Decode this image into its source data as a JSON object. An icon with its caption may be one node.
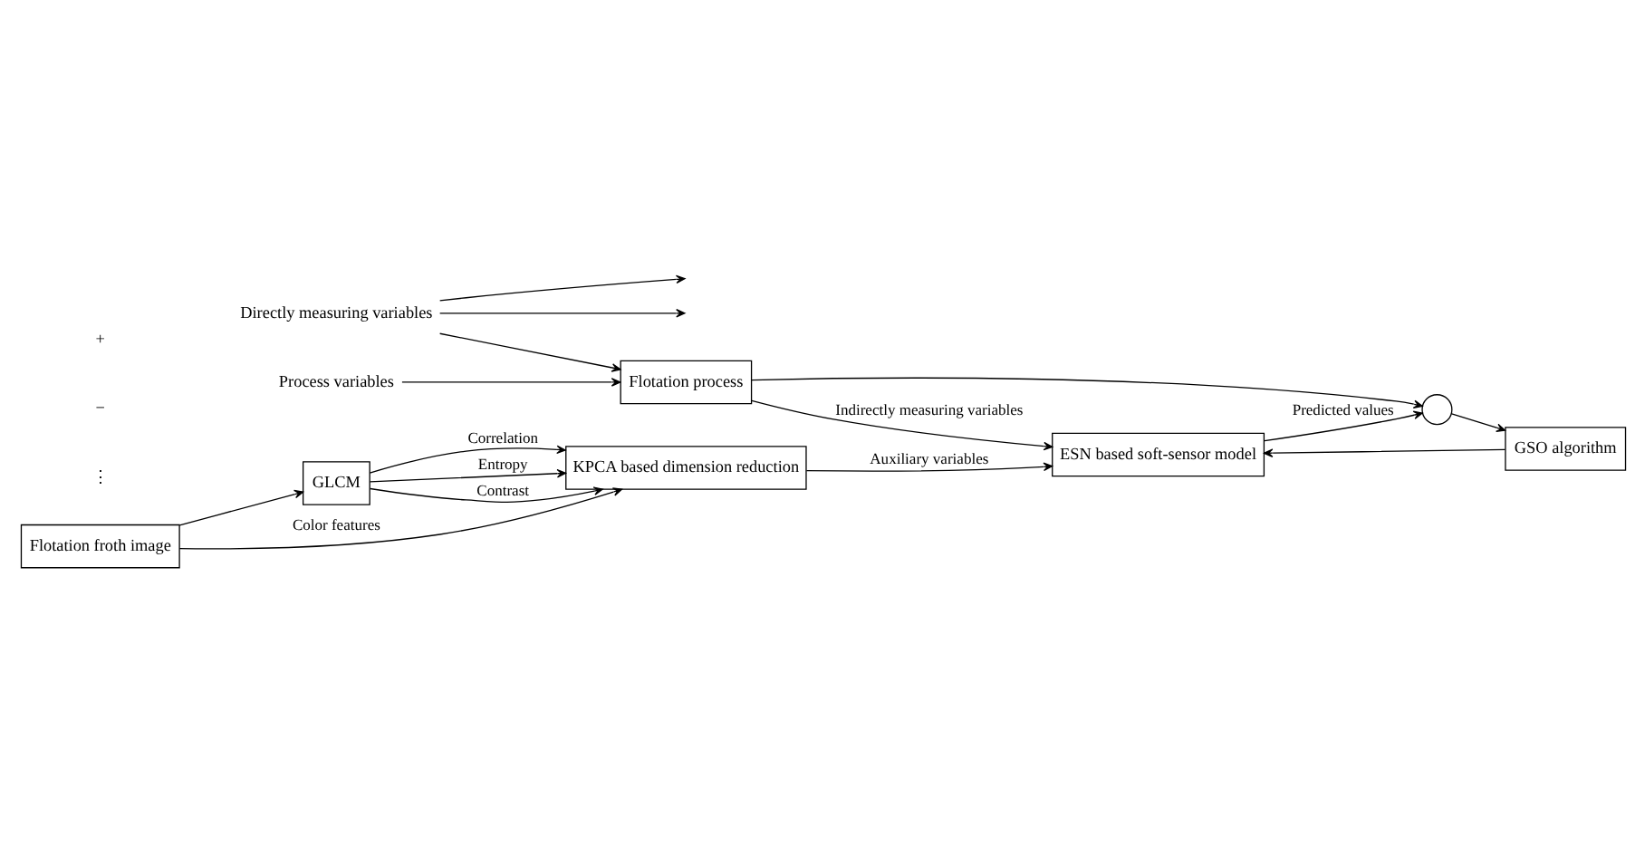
{
  "diagram": {
    "nodes": [
      {
        "text": [
          "Directly measuring variables"
        ]
      },
      {
        "text": [
          "Process variables"
        ]
      },
      {
        "text": [
          "Flotation process"
        ]
      },
      {
        "text": [
          "Flotation froth image"
        ]
      },
      {
        "text": [
          "GLCM"
        ]
      },
      {
        "text": [
          "KPCA based dimension reduction"
        ]
      },
      {
        "text": [
          "ESN based soft-sensor model"
        ]
      },
      {
        "text": [],
        "shape": "circle"
      },
      {
        "text": [
          "GSO algorithm"
        ]
      }
    ],
    "edges": [
      {
        "from": 0,
        "to": 2,
        "arrow": "to"
      },
      {
        "from": 1,
        "to": 2,
        "arrow": "to"
      },
      {
        "from": 0,
        "to": null,
        "arrow": "to"
      },
      {
        "from": 0,
        "to": null,
        "arrow": "to"
      },
      {
        "from": 2,
        "to": 6,
        "arrow": "to",
        "label": "Indirectly measuring variables"
      },
      {
        "from": 2,
        "to": 7,
        "arrow": "to"
      },
      {
        "from": 3,
        "to": 5,
        "arrow": "to",
        "label": "Color features"
      },
      {
        "from": 3,
        "to": 4,
        "arrow": "to"
      },
      {
        "from": 4,
        "to": 5,
        "arrow": "to",
        "label": "Entropy"
      },
      {
        "from": 4,
        "to": 5,
        "arrow": "to",
        "label": "Contrast"
      },
      {
        "from": 4,
        "to": 5,
        "arrow": "to",
        "label": "Correlation"
      },
      {
        "from": 5,
        "to": 6,
        "arrow": "to",
        "label": "Auxiliary variables"
      },
      {
        "from": 6,
        "to": 7,
        "arrow": "to",
        "label": "Predicted values"
      },
      {
        "from": 7,
        "to": 8,
        "arrow": "to"
      },
      {
        "from": 8,
        "to": 6,
        "arrow": "to"
      }
    ],
    "labels": [
      "⋮",
      "−",
      "+"
    ]
  }
}
